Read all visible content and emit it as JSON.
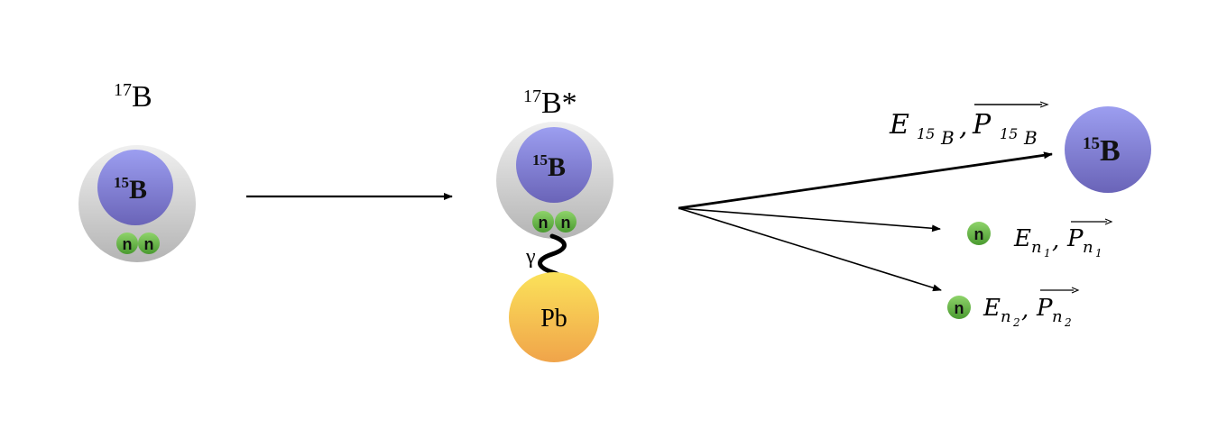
{
  "labels": {
    "initial": {
      "mass": "17",
      "symbol": "B"
    },
    "excited": {
      "mass": "17",
      "symbol": "B*"
    },
    "core": {
      "mass": "15",
      "symbol": "B"
    },
    "neutron": "n",
    "gamma": "γ",
    "target": "Pb"
  },
  "outgoing": {
    "fragment": {
      "E": "E",
      "P": "P",
      "sub_mass": "15",
      "sub_sym": "B"
    },
    "neutron1": {
      "E": "E",
      "P": "P",
      "sub": "n",
      "index": "1"
    },
    "neutron2": {
      "E": "E",
      "P": "P",
      "sub": "n",
      "index": "2"
    },
    "separator": ","
  },
  "colors": {
    "core_top": "#9c9ef0",
    "core_bottom": "#6a64b8",
    "halo_top": "#f0f0f0",
    "halo_bottom": "#b4b4b4",
    "neutron_top": "#8ed36a",
    "neutron_bottom": "#4a9a30",
    "pb_top": "#fbe25a",
    "pb_bottom": "#f0a44a"
  }
}
